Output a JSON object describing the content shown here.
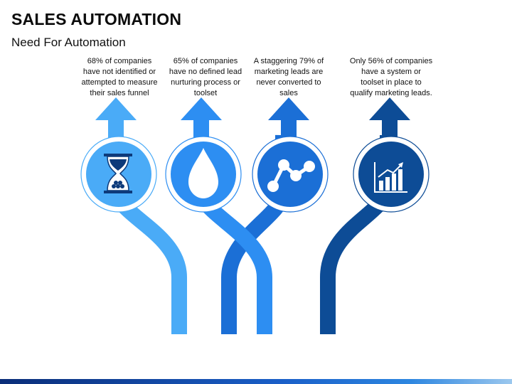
{
  "header": {
    "title": "SALES AUTOMATION",
    "subtitle": "Need For Automation"
  },
  "items": [
    {
      "lines": [
        "68% of companies",
        "have not identified or",
        "attempted to measure",
        "their sales funnel"
      ],
      "icon": "hourglass-icon",
      "color": "#4aabf7"
    },
    {
      "lines": [
        "65% of companies",
        "have no defined lead",
        "nurturing process or",
        "toolset"
      ],
      "icon": "droplet-icon",
      "color": "#2d8ef2"
    },
    {
      "lines": [
        "A staggering 79% of",
        "marketing leads are",
        "never converted to",
        "sales"
      ],
      "icon": "network-nodes-icon",
      "color": "#1b6fd6"
    },
    {
      "lines": [
        "Only 56% of companies",
        "have a system or",
        "toolset in place to",
        "qualify marketing leads."
      ],
      "icon": "growth-chart-icon",
      "color": "#0d4c96"
    }
  ]
}
